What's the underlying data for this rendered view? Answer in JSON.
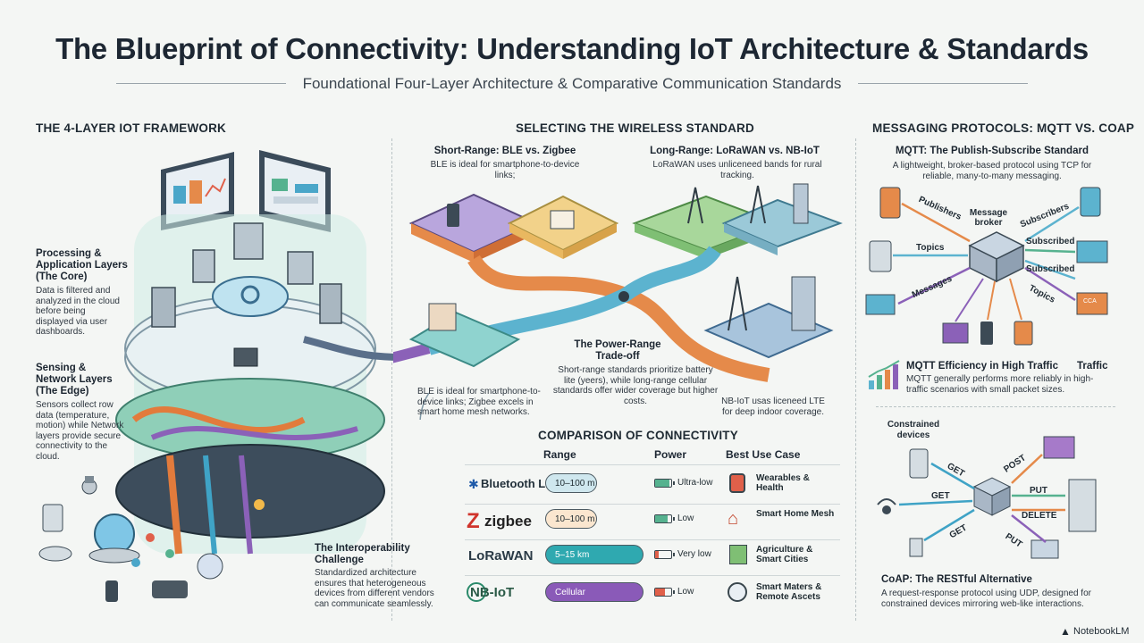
{
  "header": {
    "title": "The Blueprint of Connectivity: Understanding IoT Architecture & Standards",
    "subtitle": "Foundational Four-Layer Architecture & Comparative Communication Standards"
  },
  "framework": {
    "heading": "The 4-Layer IoT Framework",
    "processing": {
      "title": "Processing & Application Layers (The Core)",
      "body": "Data is filtered and analyzed in the cloud before being displayed via user dashboards."
    },
    "sensing": {
      "title": "Sensing & Network Layers (The Edge)",
      "body": "Sensors collect row data (temperature, motion) while Network layers provide secure connectivity to the cloud."
    },
    "interop": {
      "title": "The Interoperability Challenge",
      "body": "Standardized architecture ensures that heterogeneous devices from different vendors can communicate seamlessly."
    }
  },
  "wireless": {
    "heading": "Selecting the Wireless Standard",
    "short_range": {
      "title": "Short-Range: BLE vs. Zigbee",
      "body": "BLE is ideal for smartphone-to-device links;"
    },
    "long_range": {
      "title": "Long-Range: LoRaWAN vs. NB-IoT",
      "body": "LoRaWAN uses unliceneed bands for rural tracking."
    },
    "tradeoff": {
      "title": "The Power-Range Trade-off",
      "body": "Short-range standards prioritize battery lite (yeers), while long-range cellular standards offer wider coverage but higher costs."
    },
    "ble_note": "BLE is ideal for smartphone-to-device links; Zigbee excels in smart home mesh networks.",
    "nbiot_note": "NB-IoT usas liceneed LTE for deep indoor coverage."
  },
  "comparison": {
    "heading": "Comparison of Connectivity",
    "columns": [
      "Range",
      "Power",
      "Best Use Case"
    ],
    "rows": [
      {
        "logo": "Bluetooth LE",
        "range": "10–100 m",
        "power": "Ultra-low",
        "power_level": 0.9,
        "use": "Wearables & Health"
      },
      {
        "logo": "zigbee",
        "range": "10–100 m",
        "power": "Low",
        "power_level": 0.75,
        "use": "Smart Home Mesh"
      },
      {
        "logo": "LoRaWAN",
        "range": "5–15 km",
        "power": "Very low",
        "power_level": 0.2,
        "use": "Agriculture & Smart Cities"
      },
      {
        "logo": "NB-IoT",
        "range": "Cellular",
        "power": "Low",
        "power_level": 0.6,
        "use": "Smart Maters & Remote Ascets"
      }
    ],
    "colors": {
      "ble": "#cfe7ee",
      "zigbee": "#fbe6cf",
      "lorawan": "#2fa9b0",
      "nbiot": "#8a5ab8"
    }
  },
  "messaging": {
    "heading": "Messaging Protocols: MQTT vs. CoAP",
    "mqtt": {
      "title": "MQTT: The Publish-Subscribe Standard",
      "body": "A lightweight, broker-based protocol using TCP for reliable, many-to-many messaging.",
      "broker": "Message broker",
      "labels": {
        "publishers": "Publishers",
        "topics_left": "Topics",
        "messages": "Messages",
        "subscribers": "Subscribers",
        "subscribed_1": "Subscribed",
        "subscribed_2": "Subscribed",
        "topics_right": "Topics"
      }
    },
    "efficiency": {
      "title": "MQTT Efficiency in High Traffic",
      "tag": "Traffic",
      "body": "MQTT generally performs more reliably in high-traffic scenarios with small packet sizes."
    },
    "coap": {
      "constrained": "Constrained devices",
      "get1": "GET",
      "get2": "GET",
      "get3": "GET",
      "post": "POST",
      "put1": "PUT",
      "delete": "DELETE",
      "put2": "PUT",
      "title": "CoAP: The RESTful Alternative",
      "body": "A request-response protocol using UDP, designed for constrained devices mirroring web-like interactions."
    },
    "screen_text": "CCA"
  },
  "footer": {
    "brand": "NotebookLM"
  }
}
